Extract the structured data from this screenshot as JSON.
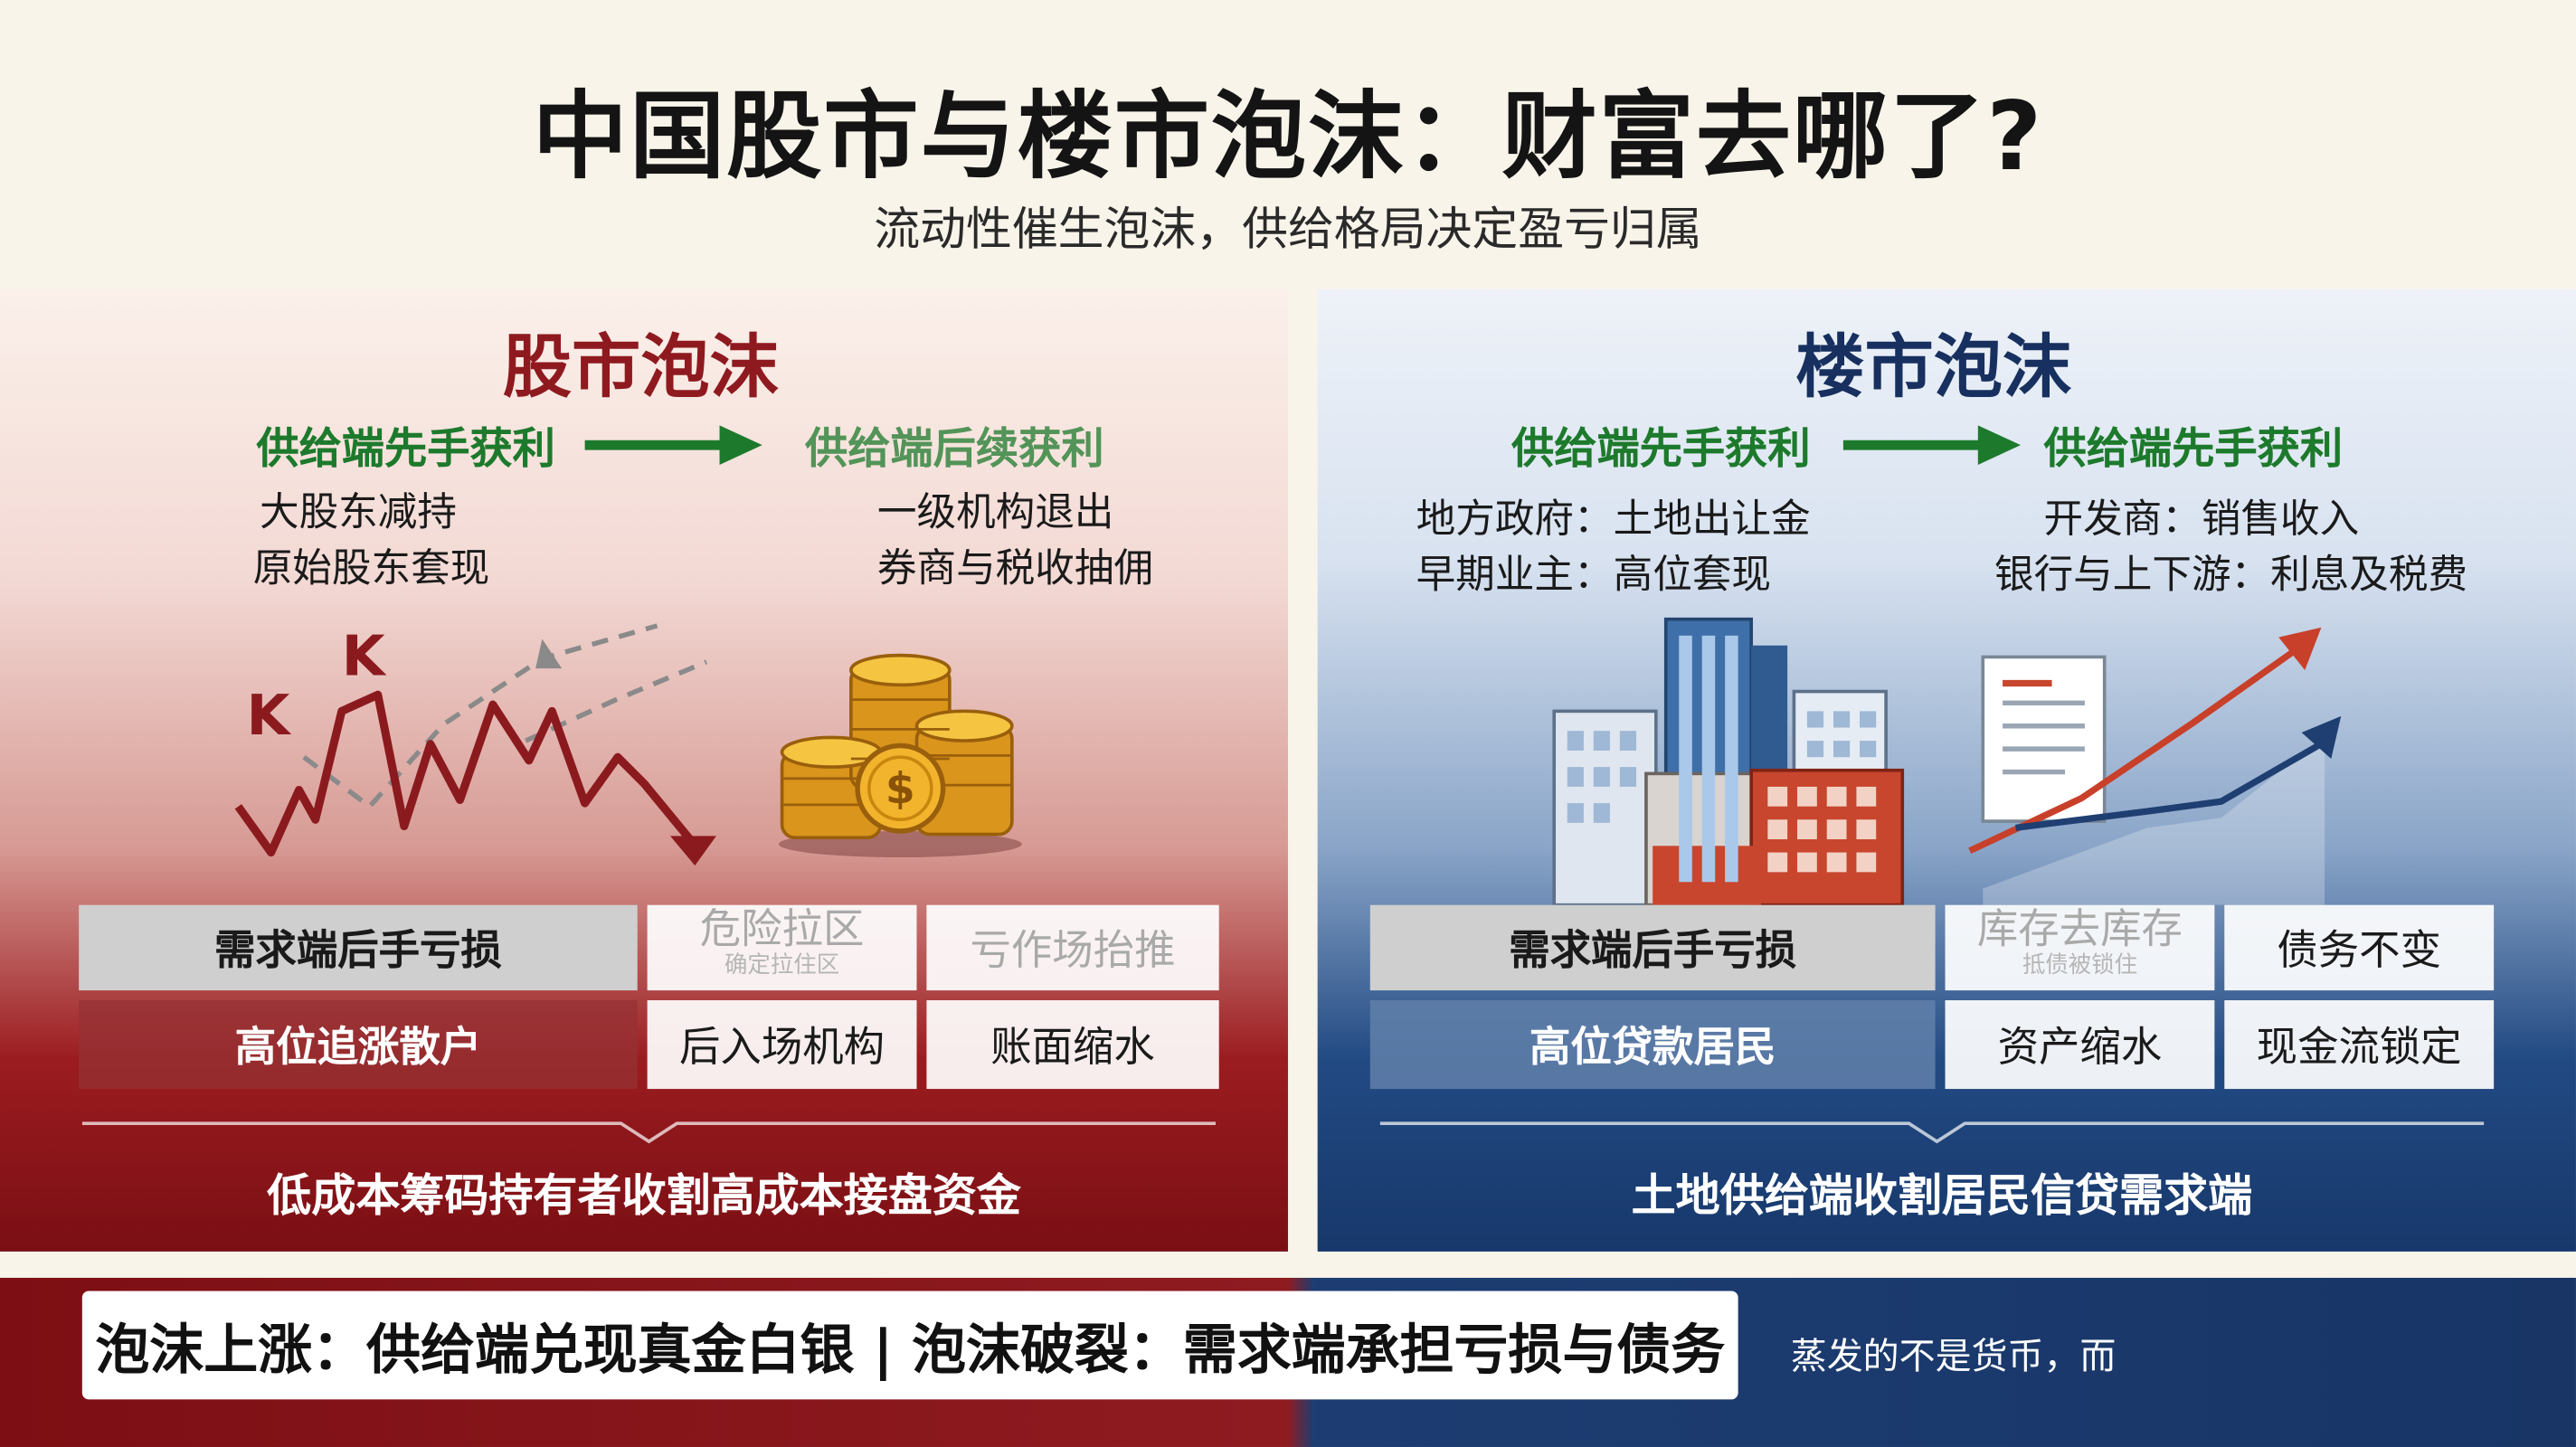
{
  "header": {
    "title": "中国股市与楼市泡沫：财富去哪了?",
    "subtitle": "流动性催生泡沫，供给格局决定盈亏归属"
  },
  "stock": {
    "title": "股市泡沫",
    "flow_left_label": "供给端先手获利",
    "flow_right_label": "供给端后续获利",
    "left_lines": [
      "大股东减持",
      "原始股东套现"
    ],
    "right_lines": [
      "一级机构退出",
      "券商与税收抽佣"
    ],
    "k_labels": [
      "K",
      "K"
    ],
    "row1": {
      "main": "需求端后手亏损",
      "mid": "危险拉区",
      "mid_small": "确定拉住区",
      "right": "亏作场抬推"
    },
    "row2": {
      "main": "高位追涨散户",
      "mid": "后入场机构",
      "right": "账面缩水"
    },
    "bottom": "低成本筹码持有者收割高成本接盘资金"
  },
  "house": {
    "title": "楼市泡沫",
    "flow_left_label": "供给端先手获利",
    "flow_right_label": "供给端先手获利",
    "left_lines": [
      "地方政府：土地出让金",
      "早期业主：高位套现"
    ],
    "right_lines": [
      "开发商：销售收入",
      "银行与上下游：利息及税费"
    ],
    "row1": {
      "main": "需求端后手亏损",
      "mid": "库存去库存",
      "mid_small": "抵债被锁住",
      "right": "债务不变"
    },
    "row2": {
      "main": "高位贷款居民",
      "mid": "资产缩水",
      "right": "现金流锁定"
    },
    "bottom": "土地供给端收割居民信贷需求端"
  },
  "banner": {
    "main": "泡沫上涨：供给端兑现真金白银 | 泡沫破裂：需求端承担亏损与债务",
    "tail": "蒸发的不是货币，而"
  },
  "colors": {
    "stock_red": "#8e1a1f",
    "house_blue": "#17305f",
    "profit_green": "#1d7a2c",
    "gold": "#e0a21b"
  }
}
